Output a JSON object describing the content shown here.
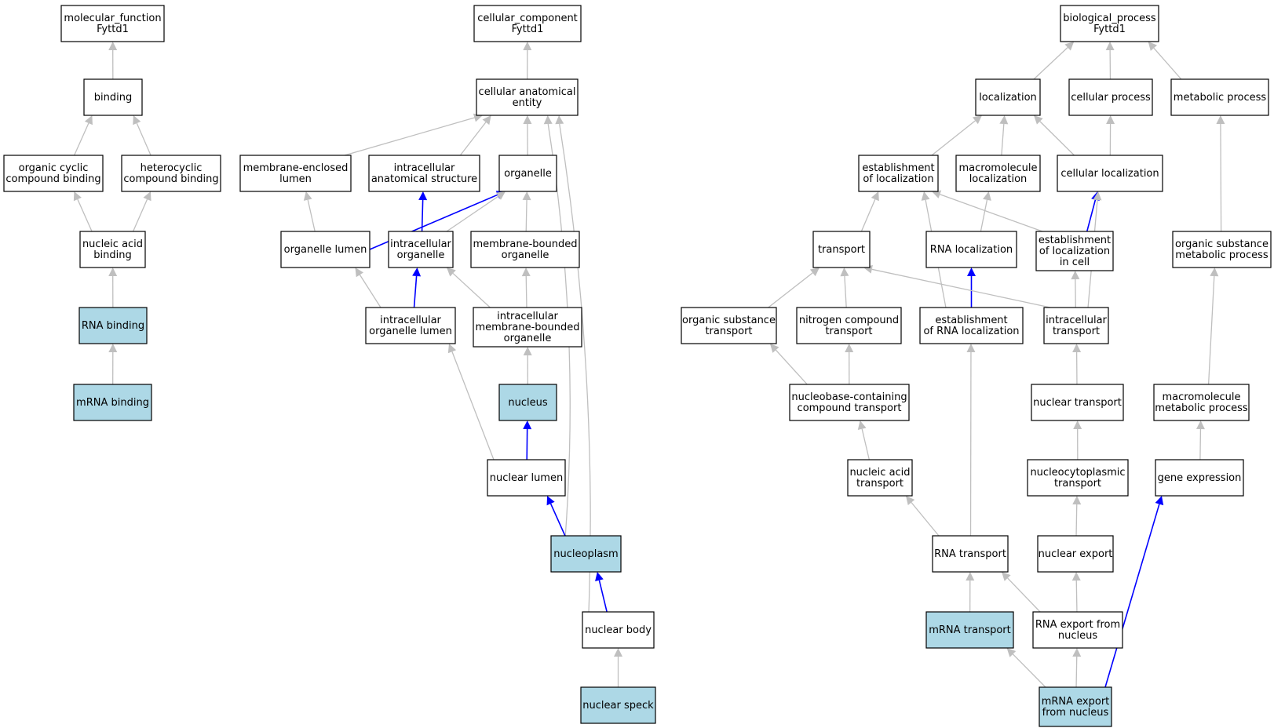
{
  "colors": {
    "edge_default": "#bfbfbf",
    "edge_highlight": "#0000ff",
    "node_fill": "#ffffff",
    "node_fill_highlight": "#add8e6",
    "node_border": "#000000"
  },
  "nodes": [
    {
      "id": "molecular_function",
      "lines": [
        "molecular_function",
        "Fyttd1"
      ],
      "highlight": false
    },
    {
      "id": "binding",
      "lines": [
        "binding"
      ],
      "highlight": false
    },
    {
      "id": "organic_cyclic",
      "lines": [
        "organic cyclic",
        "compound binding"
      ],
      "highlight": false
    },
    {
      "id": "heterocyclic",
      "lines": [
        "heterocyclic",
        "compound binding"
      ],
      "highlight": false
    },
    {
      "id": "nucleic_acid_binding",
      "lines": [
        "nucleic acid",
        "binding"
      ],
      "highlight": false
    },
    {
      "id": "rna_binding",
      "lines": [
        "RNA binding"
      ],
      "highlight": true
    },
    {
      "id": "mrna_binding",
      "lines": [
        "mRNA binding"
      ],
      "highlight": true
    },
    {
      "id": "cellular_component",
      "lines": [
        "cellular_component",
        "Fyttd1"
      ],
      "highlight": false
    },
    {
      "id": "cae",
      "lines": [
        "cellular anatomical",
        "entity"
      ],
      "highlight": false
    },
    {
      "id": "membrane_enclosed_lumen",
      "lines": [
        "membrane-enclosed",
        "lumen"
      ],
      "highlight": false
    },
    {
      "id": "intracellular_anat",
      "lines": [
        "intracellular",
        "anatomical structure"
      ],
      "highlight": false
    },
    {
      "id": "organelle",
      "lines": [
        "organelle"
      ],
      "highlight": false
    },
    {
      "id": "organelle_lumen",
      "lines": [
        "organelle lumen"
      ],
      "highlight": false
    },
    {
      "id": "intracellular_organelle",
      "lines": [
        "intracellular",
        "organelle"
      ],
      "highlight": false
    },
    {
      "id": "membrane_bounded_organelle",
      "lines": [
        "membrane-bounded",
        "organelle"
      ],
      "highlight": false
    },
    {
      "id": "intracellular_organelle_lumen",
      "lines": [
        "intracellular",
        "organelle lumen"
      ],
      "highlight": false
    },
    {
      "id": "intracellular_mbo",
      "lines": [
        "intracellular",
        "membrane-bounded",
        "organelle"
      ],
      "highlight": false
    },
    {
      "id": "nucleus",
      "lines": [
        "nucleus"
      ],
      "highlight": true
    },
    {
      "id": "nuclear_lumen",
      "lines": [
        "nuclear lumen"
      ],
      "highlight": false
    },
    {
      "id": "nucleoplasm",
      "lines": [
        "nucleoplasm"
      ],
      "highlight": true
    },
    {
      "id": "nuclear_body",
      "lines": [
        "nuclear body"
      ],
      "highlight": false
    },
    {
      "id": "nuclear_speck",
      "lines": [
        "nuclear speck"
      ],
      "highlight": true
    },
    {
      "id": "biological_process",
      "lines": [
        "biological_process",
        "Fyttd1"
      ],
      "highlight": false
    },
    {
      "id": "localization",
      "lines": [
        "localization"
      ],
      "highlight": false
    },
    {
      "id": "cellular_process",
      "lines": [
        "cellular process"
      ],
      "highlight": false
    },
    {
      "id": "metabolic_process",
      "lines": [
        "metabolic process"
      ],
      "highlight": false
    },
    {
      "id": "establishment_of_localization",
      "lines": [
        "establishment",
        "of localization"
      ],
      "highlight": false
    },
    {
      "id": "macromolecule_localization",
      "lines": [
        "macromolecule",
        "localization"
      ],
      "highlight": false
    },
    {
      "id": "cellular_localization",
      "lines": [
        "cellular localization"
      ],
      "highlight": false
    },
    {
      "id": "transport",
      "lines": [
        "transport"
      ],
      "highlight": false
    },
    {
      "id": "rna_localization",
      "lines": [
        "RNA localization"
      ],
      "highlight": false
    },
    {
      "id": "estab_loc_in_cell",
      "lines": [
        "establishment",
        "of localization",
        "in cell"
      ],
      "highlight": false
    },
    {
      "id": "organic_substance_metabolic",
      "lines": [
        "organic substance",
        "metabolic process"
      ],
      "highlight": false
    },
    {
      "id": "organic_substance_transport",
      "lines": [
        "organic substance",
        "transport"
      ],
      "highlight": false
    },
    {
      "id": "nitrogen_compound_transport",
      "lines": [
        "nitrogen compound",
        "transport"
      ],
      "highlight": false
    },
    {
      "id": "estab_rna_localization",
      "lines": [
        "establishment",
        "of RNA localization"
      ],
      "highlight": false
    },
    {
      "id": "intracellular_transport",
      "lines": [
        "intracellular",
        "transport"
      ],
      "highlight": false
    },
    {
      "id": "nucleobase_transport",
      "lines": [
        "nucleobase-containing",
        "compound transport"
      ],
      "highlight": false
    },
    {
      "id": "nuclear_transport",
      "lines": [
        "nuclear transport"
      ],
      "highlight": false
    },
    {
      "id": "macromolecule_metabolic",
      "lines": [
        "macromolecule",
        "metabolic process"
      ],
      "highlight": false
    },
    {
      "id": "nucleic_acid_transport",
      "lines": [
        "nucleic acid",
        "transport"
      ],
      "highlight": false
    },
    {
      "id": "nucleocytoplasmic_transport",
      "lines": [
        "nucleocytoplasmic",
        "transport"
      ],
      "highlight": false
    },
    {
      "id": "gene_expression",
      "lines": [
        "gene expression"
      ],
      "highlight": false
    },
    {
      "id": "rna_transport",
      "lines": [
        "RNA transport"
      ],
      "highlight": false
    },
    {
      "id": "nuclear_export",
      "lines": [
        "nuclear export"
      ],
      "highlight": false
    },
    {
      "id": "mrna_transport",
      "lines": [
        "mRNA transport"
      ],
      "highlight": true
    },
    {
      "id": "rna_export",
      "lines": [
        "RNA export from",
        "nucleus"
      ],
      "highlight": false
    },
    {
      "id": "mrna_export",
      "lines": [
        "mRNA export",
        "from nucleus"
      ],
      "highlight": true
    }
  ],
  "edges": [
    {
      "from": "binding",
      "to": "molecular_function",
      "highlight": false
    },
    {
      "from": "organic_cyclic",
      "to": "binding",
      "highlight": false
    },
    {
      "from": "heterocyclic",
      "to": "binding",
      "highlight": false
    },
    {
      "from": "nucleic_acid_binding",
      "to": "organic_cyclic",
      "highlight": false
    },
    {
      "from": "nucleic_acid_binding",
      "to": "heterocyclic",
      "highlight": false
    },
    {
      "from": "rna_binding",
      "to": "nucleic_acid_binding",
      "highlight": false
    },
    {
      "from": "mrna_binding",
      "to": "rna_binding",
      "highlight": false
    },
    {
      "from": "cae",
      "to": "cellular_component",
      "highlight": false
    },
    {
      "from": "membrane_enclosed_lumen",
      "to": "cae",
      "highlight": false
    },
    {
      "from": "intracellular_anat",
      "to": "cae",
      "highlight": false
    },
    {
      "from": "organelle",
      "to": "cae",
      "highlight": false
    },
    {
      "from": "nucleoplasm",
      "to": "cae",
      "highlight": false
    },
    {
      "from": "nuclear_body",
      "to": "cae",
      "highlight": false
    },
    {
      "from": "organelle_lumen",
      "to": "membrane_enclosed_lumen",
      "highlight": false
    },
    {
      "from": "organelle_lumen",
      "to": "organelle",
      "highlight": true
    },
    {
      "from": "intracellular_organelle",
      "to": "organelle",
      "highlight": false
    },
    {
      "from": "intracellular_organelle",
      "to": "intracellular_anat",
      "highlight": true
    },
    {
      "from": "membrane_bounded_organelle",
      "to": "organelle",
      "highlight": false
    },
    {
      "from": "intracellular_organelle_lumen",
      "to": "organelle_lumen",
      "highlight": false
    },
    {
      "from": "intracellular_organelle_lumen",
      "to": "intracellular_organelle",
      "highlight": true
    },
    {
      "from": "intracellular_mbo",
      "to": "intracellular_organelle",
      "highlight": false
    },
    {
      "from": "intracellular_mbo",
      "to": "membrane_bounded_organelle",
      "highlight": false
    },
    {
      "from": "nucleus",
      "to": "intracellular_mbo",
      "highlight": false
    },
    {
      "from": "nuclear_lumen",
      "to": "intracellular_organelle_lumen",
      "highlight": false
    },
    {
      "from": "nuclear_lumen",
      "to": "nucleus",
      "highlight": true
    },
    {
      "from": "nucleoplasm",
      "to": "nuclear_lumen",
      "highlight": true
    },
    {
      "from": "nuclear_body",
      "to": "nucleoplasm",
      "highlight": true
    },
    {
      "from": "nuclear_speck",
      "to": "nuclear_body",
      "highlight": false
    },
    {
      "from": "localization",
      "to": "biological_process",
      "highlight": false
    },
    {
      "from": "cellular_process",
      "to": "biological_process",
      "highlight": false
    },
    {
      "from": "metabolic_process",
      "to": "biological_process",
      "highlight": false
    },
    {
      "from": "establishment_of_localization",
      "to": "localization",
      "highlight": false
    },
    {
      "from": "macromolecule_localization",
      "to": "localization",
      "highlight": false
    },
    {
      "from": "cellular_localization",
      "to": "localization",
      "highlight": false
    },
    {
      "from": "cellular_localization",
      "to": "cellular_process",
      "highlight": false
    },
    {
      "from": "transport",
      "to": "establishment_of_localization",
      "highlight": false
    },
    {
      "from": "rna_localization",
      "to": "macromolecule_localization",
      "highlight": false
    },
    {
      "from": "estab_loc_in_cell",
      "to": "establishment_of_localization",
      "highlight": false
    },
    {
      "from": "estab_loc_in_cell",
      "to": "cellular_localization",
      "highlight": true
    },
    {
      "from": "estab_rna_localization",
      "to": "establishment_of_localization",
      "highlight": false
    },
    {
      "from": "estab_rna_localization",
      "to": "rna_localization",
      "highlight": true
    },
    {
      "from": "organic_substance_transport",
      "to": "transport",
      "highlight": false
    },
    {
      "from": "nitrogen_compound_transport",
      "to": "transport",
      "highlight": false
    },
    {
      "from": "intracellular_transport",
      "to": "transport",
      "highlight": false
    },
    {
      "from": "intracellular_transport",
      "to": "estab_loc_in_cell",
      "highlight": false
    },
    {
      "from": "intracellular_transport",
      "to": "cellular_localization",
      "highlight": false
    },
    {
      "from": "organic_substance_metabolic",
      "to": "metabolic_process",
      "highlight": false
    },
    {
      "from": "nucleobase_transport",
      "to": "organic_substance_transport",
      "highlight": false
    },
    {
      "from": "nucleobase_transport",
      "to": "nitrogen_compound_transport",
      "highlight": false
    },
    {
      "from": "nuclear_transport",
      "to": "intracellular_transport",
      "highlight": false
    },
    {
      "from": "macromolecule_metabolic",
      "to": "organic_substance_metabolic",
      "highlight": false
    },
    {
      "from": "nucleic_acid_transport",
      "to": "nucleobase_transport",
      "highlight": false
    },
    {
      "from": "nucleocytoplasmic_transport",
      "to": "nuclear_transport",
      "highlight": false
    },
    {
      "from": "gene_expression",
      "to": "macromolecule_metabolic",
      "highlight": false
    },
    {
      "from": "rna_transport",
      "to": "nucleic_acid_transport",
      "highlight": false
    },
    {
      "from": "rna_transport",
      "to": "estab_rna_localization",
      "highlight": false
    },
    {
      "from": "nuclear_export",
      "to": "nucleocytoplasmic_transport",
      "highlight": false
    },
    {
      "from": "mrna_transport",
      "to": "rna_transport",
      "highlight": false
    },
    {
      "from": "rna_export",
      "to": "rna_transport",
      "highlight": false
    },
    {
      "from": "rna_export",
      "to": "nuclear_export",
      "highlight": false
    },
    {
      "from": "mrna_export",
      "to": "mrna_transport",
      "highlight": false
    },
    {
      "from": "mrna_export",
      "to": "rna_export",
      "highlight": false
    },
    {
      "from": "mrna_export",
      "to": "gene_expression",
      "highlight": true
    }
  ]
}
